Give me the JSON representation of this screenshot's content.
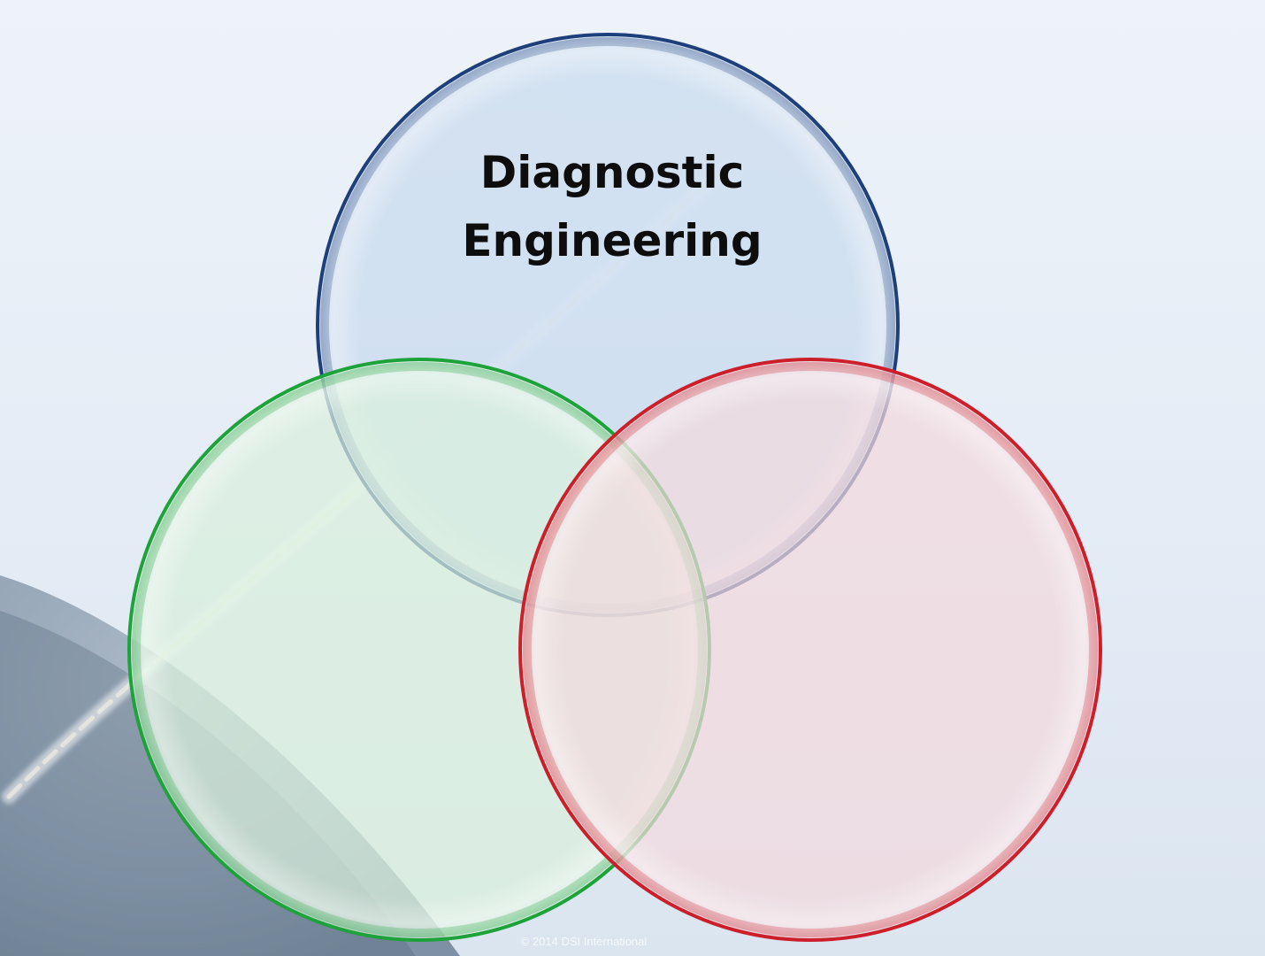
{
  "diagram": {
    "type": "venn",
    "circles": [
      {
        "id": "top",
        "label_lines": [
          "Diagnostic",
          "Engineering"
        ],
        "fill": "#c9dbef",
        "stroke": "#1f3f7a"
      },
      {
        "id": "left",
        "label_lines": [],
        "fill": "#d9f0dc",
        "stroke": "#1ea23a"
      },
      {
        "id": "right",
        "label_lines": [],
        "fill": "#f3d9de",
        "stroke": "#cc1f2a"
      }
    ]
  },
  "footer": {
    "copyright": "© 2014 DSI International"
  },
  "colors": {
    "background_top": "#f2f6fb",
    "background_bottom": "#dbe6f1",
    "earth": "#6e8196"
  }
}
